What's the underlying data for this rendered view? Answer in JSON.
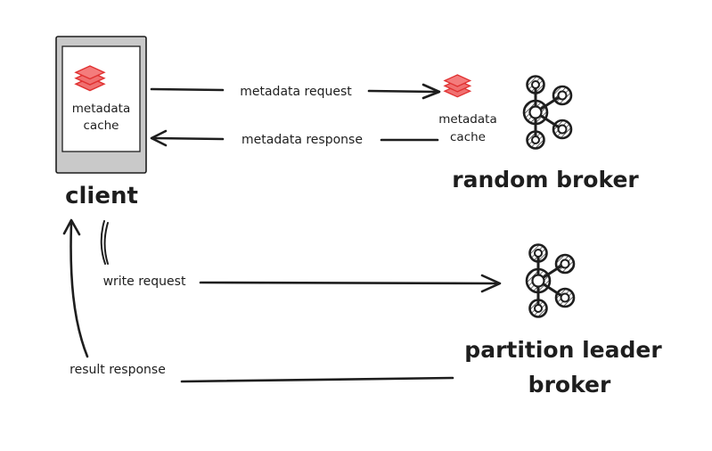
{
  "client": {
    "label": "client",
    "cache_label_line1": "metadata",
    "cache_label_line2": "cache"
  },
  "random_broker": {
    "label": "random broker",
    "cache_label_line1": "metadata",
    "cache_label_line2": "cache"
  },
  "leader_broker": {
    "label_line1": "partition leader",
    "label_line2": "broker"
  },
  "arrows": {
    "metadata_request": "metadata request",
    "metadata_response": "metadata response",
    "write_request": "write request",
    "result_response": "result response"
  },
  "colors": {
    "cache_fill": "#f07070",
    "cache_stroke": "#e03131",
    "device_fill": "#c9c9c9",
    "stroke": "#1e1e1e"
  }
}
